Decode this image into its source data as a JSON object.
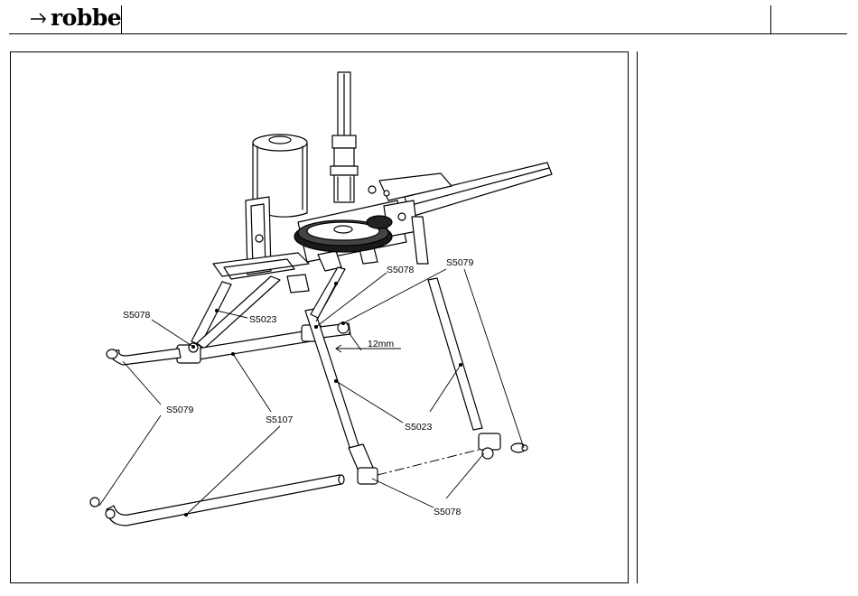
{
  "header": {
    "logo_text": "robbe"
  },
  "labels": {
    "s5078_top_right": "S5078",
    "s5079_top_right": "S5079",
    "s5078_left": "S5078",
    "s5023_left": "S5023",
    "dimension_12mm": "12mm",
    "s5079_left": "S5079",
    "s5107": "S5107",
    "s5023_right": "S5023",
    "s5078_bottom": "S5078"
  }
}
